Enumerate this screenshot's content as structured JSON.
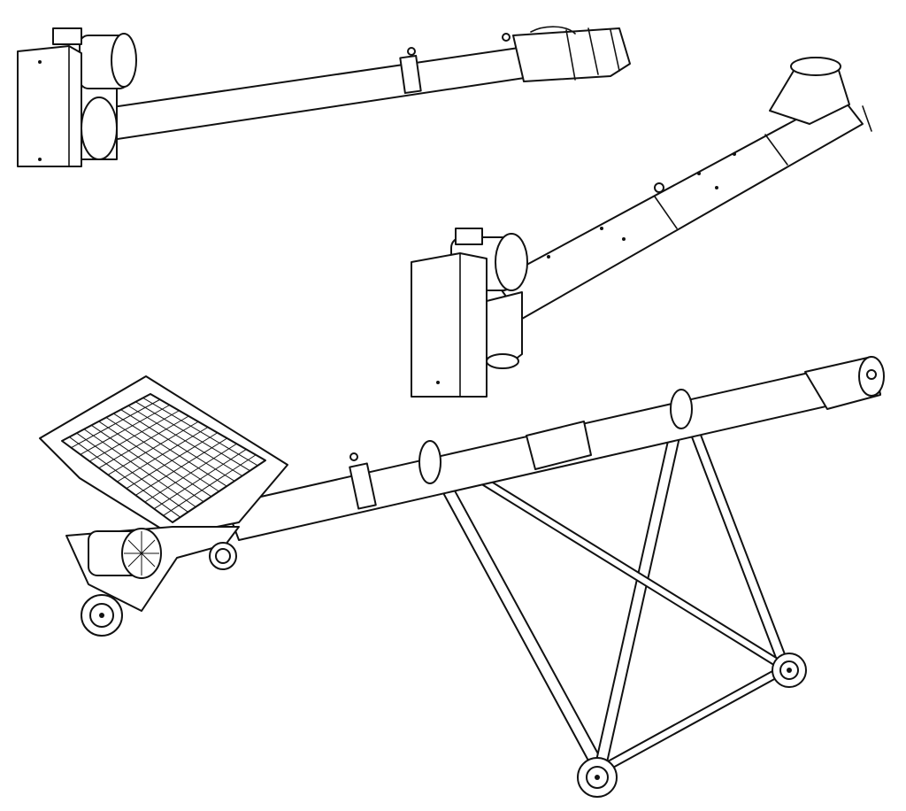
{
  "colors": {
    "stroke": "#111111",
    "background": "#ffffff"
  },
  "illustration": {
    "conveyors": [
      {
        "name": "horizontal-screw-conveyor",
        "parts": [
          "motor-box",
          "motor",
          "tube",
          "clamps",
          "discharge-end"
        ]
      },
      {
        "name": "inclined-screw-conveyor",
        "parts": [
          "motor-box",
          "motor",
          "tube",
          "inlet-hopper"
        ]
      },
      {
        "name": "mobile-screw-conveyor",
        "parts": [
          "grid-hopper",
          "motor",
          "wheels",
          "tube",
          "a-frame-stand"
        ]
      }
    ]
  }
}
